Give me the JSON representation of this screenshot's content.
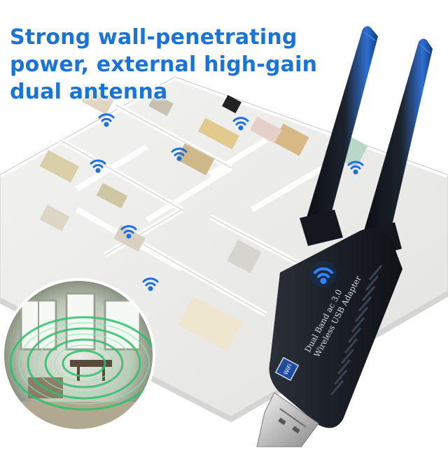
{
  "headline": {
    "line1": "Strong wall-penetrating",
    "line2": "power, external high-gain",
    "line3": "dual antenna"
  },
  "product_label": {
    "line1": "Dual Band ac 3.0",
    "line2": "Wireless USB Adapter",
    "badge": "WiFi"
  },
  "colors": {
    "headline": "#1a73d9",
    "adapter_body": "#1b1f26",
    "antenna_edge": "#1f5fbf",
    "wifi_icon": "#1e6fe0",
    "signal_glow": "#29c26a"
  },
  "icons": [
    "wifi-icon",
    "usb-connector"
  ]
}
